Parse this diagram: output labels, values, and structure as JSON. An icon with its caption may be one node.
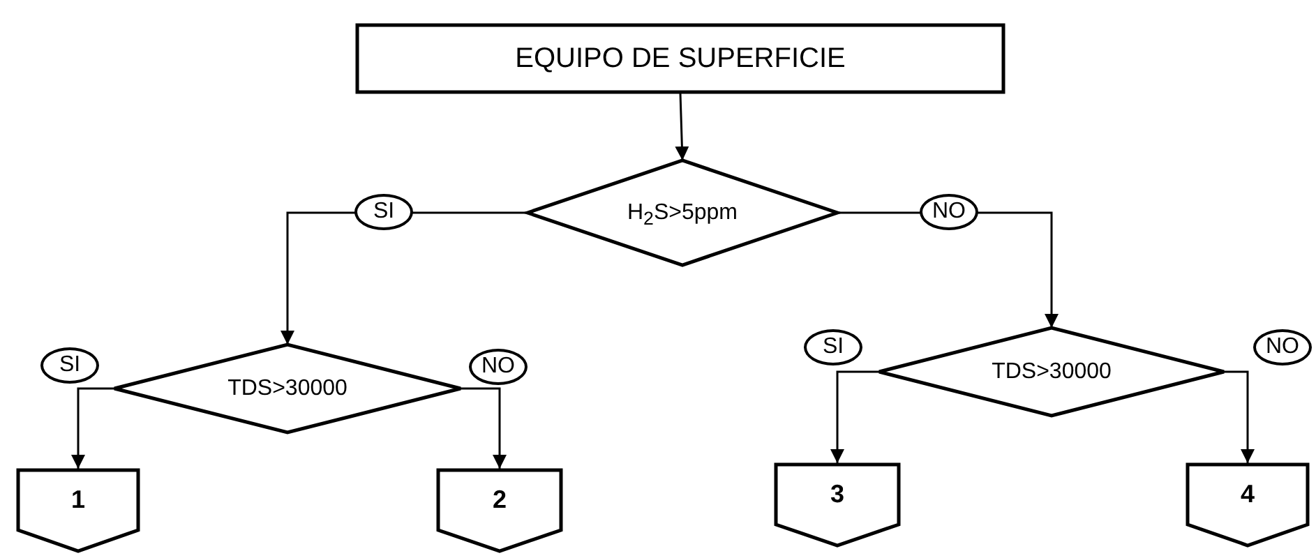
{
  "diagram": {
    "nodes": [
      {
        "text": [
          "EQUIPO DE SUPERFICIE"
        ]
      },
      {
        "text": [
          "H$_{2}$S>5ppm"
        ]
      },
      {
        "text": [
          "TDS>30000"
        ]
      },
      {
        "text": [
          "TDS>30000"
        ]
      },
      {
        "text": [
          "1"
        ]
      },
      {
        "text": [
          "2"
        ]
      },
      {
        "text": [
          "3"
        ]
      },
      {
        "text": [
          "4"
        ]
      }
    ],
    "edges": [
      {
        "from": 0,
        "to": 1,
        "arrow": "to"
      },
      {
        "from": 1,
        "to": 2,
        "arrow": "to",
        "label": "SI"
      },
      {
        "from": 1,
        "to": 3,
        "arrow": "to",
        "label": "NO"
      },
      {
        "from": 2,
        "to": 4,
        "arrow": "to",
        "label": "SI"
      },
      {
        "from": 2,
        "to": 5,
        "arrow": "to",
        "label": "NO"
      },
      {
        "from": 3,
        "to": 6,
        "arrow": "to",
        "label": "SI"
      },
      {
        "from": 3,
        "to": 7,
        "arrow": "to",
        "label": "NO"
      }
    ]
  }
}
